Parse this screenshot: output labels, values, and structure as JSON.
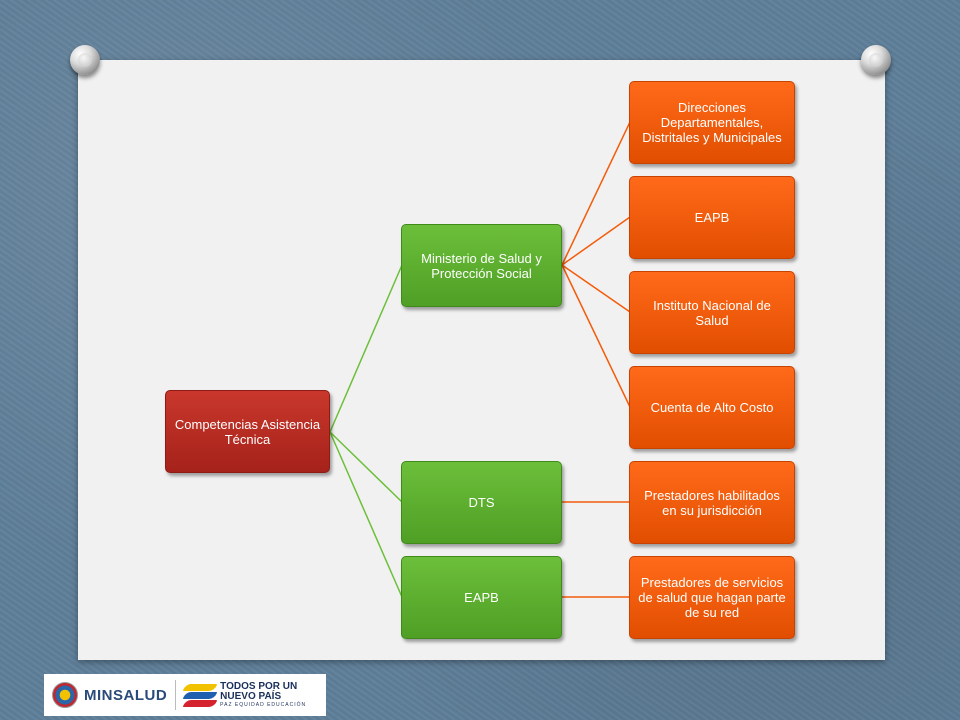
{
  "diagram": {
    "root": "Competencias Asistencia Técnica",
    "level1": [
      "Ministerio de Salud y Protección Social",
      "DTS",
      "EAPB"
    ],
    "ministerio_children": [
      "Direcciones Departamentales, Distritales y Municipales",
      "EAPB",
      "Instituto Nacional de Salud",
      "Cuenta de Alto Costo"
    ],
    "dts_child": "Prestadores habilitados en su jurisdicción",
    "eapb_child": "Prestadores de servicios de salud que hagan parte de su red"
  },
  "footer": {
    "minsalud": "MINSALUD",
    "todos_line1": "TODOS POR UN",
    "todos_line2": "NUEVO PAÍS",
    "todos_tagline": "PAZ  EQUIDAD  EDUCACIÓN"
  },
  "colors": {
    "root": "#b52a21",
    "level1": "#5fae2e",
    "leaf": "#f45b0a",
    "connector_level1": "#6cbf3a",
    "connector_leaf": "#f45b0a"
  }
}
